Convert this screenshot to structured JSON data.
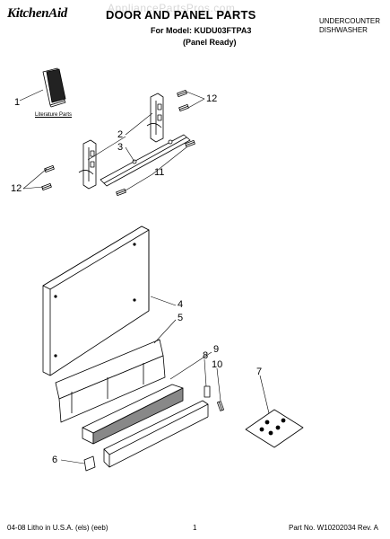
{
  "header": {
    "brand": "KitchenAid",
    "title": "DOOR AND PANEL PARTS",
    "model_line": "For Model: KUDU03FTPA3",
    "panel_line": "(Panel Ready)",
    "product_line1": "UNDERCOUNTER",
    "product_line2": "DISHWASHER",
    "watermark": "AppliancePartsPros.com"
  },
  "diagram": {
    "literature_label": "Literature Parts",
    "callouts": [
      "1",
      "2",
      "3",
      "4",
      "5",
      "6",
      "7",
      "8",
      "9",
      "10",
      "11",
      "12",
      "12"
    ]
  },
  "footer": {
    "left": "04-08 Litho in U.S.A. (els) (eeb)",
    "page": "1",
    "part_no": "Part No. W10202034 Rev. A"
  }
}
